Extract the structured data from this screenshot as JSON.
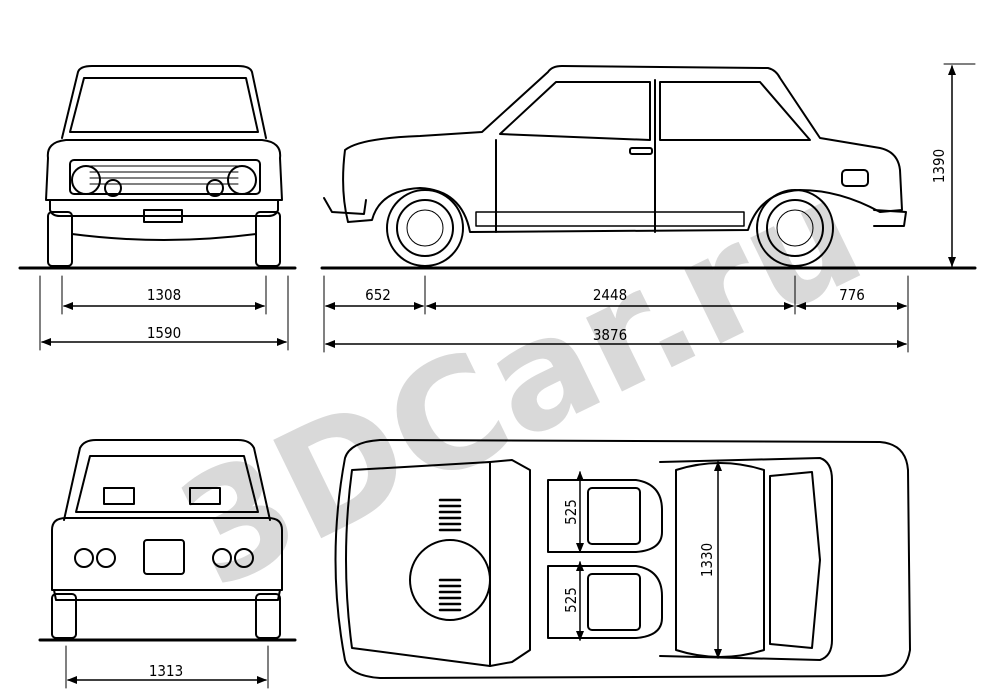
{
  "watermark": "3DCar.ru",
  "dimensions": {
    "front_track": "1308",
    "overall_width": "1590",
    "front_overhang": "652",
    "wheelbase": "2448",
    "rear_overhang": "776",
    "overall_length": "3876",
    "height": "1390",
    "rear_track": "1313",
    "front_seat_width": "525",
    "rear_seat_width": "525",
    "interior_width": "1330"
  }
}
